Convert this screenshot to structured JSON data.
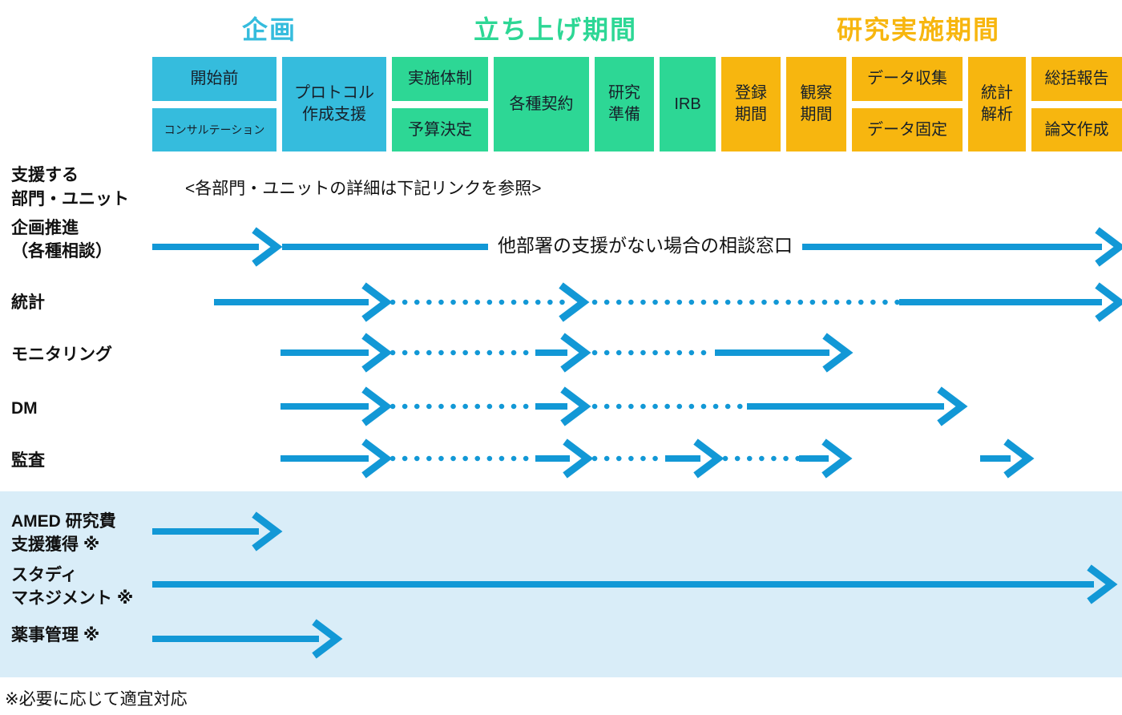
{
  "colors": {
    "cyan": "#35bcdd",
    "green": "#2dd795",
    "orange": "#f7b60f",
    "arrow": "#1298d6",
    "band": "#d9edf8",
    "text": "#111111"
  },
  "headers": [
    {
      "label": "企画"
    },
    {
      "label": "立ち上げ期間"
    },
    {
      "label": "研究実施期間"
    }
  ],
  "phases": [
    {
      "label": "開始前"
    },
    {
      "label": "コンサルテーション"
    },
    {
      "label": "プロトコル\n作成支援"
    },
    {
      "label": "実施体制"
    },
    {
      "label": "予算決定"
    },
    {
      "label": "各種契約"
    },
    {
      "label": "研究\n準備"
    },
    {
      "label": "IRB"
    },
    {
      "label": "登録\n期間"
    },
    {
      "label": "観察\n期間"
    },
    {
      "label": "データ収集"
    },
    {
      "label": "データ固定"
    },
    {
      "label": "統計\n解析"
    },
    {
      "label": "総括報告"
    },
    {
      "label": "論文作成"
    }
  ],
  "section_label": "支援する\n部門・ユニット",
  "note": "<各部門・ユニットの詳細は下記リンクを参照>",
  "arrow_annotation": "他部署の支援がない場合の相談窓口",
  "timeline_rows": [
    {
      "id": "planning-promotion",
      "label": "企画推進\n（各種相談）",
      "segments": [
        {
          "from": 190,
          "to": 345,
          "style": "solid",
          "head": true
        },
        {
          "from": 352,
          "to": 1397,
          "style": "solid",
          "head": true
        }
      ]
    },
    {
      "id": "statistics",
      "label": "統計",
      "segments": [
        {
          "from": 267,
          "to": 482,
          "style": "solid",
          "head": true
        },
        {
          "from": 490,
          "to": 728,
          "style": "dotted",
          "head": true
        },
        {
          "from": 742,
          "to": 1122,
          "style": "dotted",
          "head": false
        },
        {
          "from": 1122,
          "to": 1397,
          "style": "solid",
          "head": true
        }
      ]
    },
    {
      "id": "monitoring",
      "label": "モニタリング",
      "segments": [
        {
          "from": 350,
          "to": 482,
          "style": "solid",
          "head": true
        },
        {
          "from": 490,
          "to": 668,
          "style": "dotted",
          "head": false
        },
        {
          "from": 668,
          "to": 730,
          "style": "solid",
          "head": true
        },
        {
          "from": 742,
          "to": 892,
          "style": "dotted",
          "head": false
        },
        {
          "from": 892,
          "to": 1057,
          "style": "solid",
          "head": true
        }
      ]
    },
    {
      "id": "dm",
      "label": "DM",
      "segments": [
        {
          "from": 350,
          "to": 482,
          "style": "solid",
          "head": true
        },
        {
          "from": 490,
          "to": 668,
          "style": "dotted",
          "head": false
        },
        {
          "from": 668,
          "to": 730,
          "style": "solid",
          "head": true
        },
        {
          "from": 742,
          "to": 932,
          "style": "dotted",
          "head": false
        },
        {
          "from": 932,
          "to": 1200,
          "style": "solid",
          "head": true
        }
      ]
    },
    {
      "id": "audit",
      "label": "監査",
      "segments": [
        {
          "from": 350,
          "to": 482,
          "style": "solid",
          "head": true
        },
        {
          "from": 490,
          "to": 668,
          "style": "dotted",
          "head": false
        },
        {
          "from": 668,
          "to": 733,
          "style": "solid",
          "head": true
        },
        {
          "from": 742,
          "to": 830,
          "style": "dotted",
          "head": false
        },
        {
          "from": 830,
          "to": 896,
          "style": "solid",
          "head": true
        },
        {
          "from": 905,
          "to": 997,
          "style": "dotted",
          "head": false
        },
        {
          "from": 997,
          "to": 1056,
          "style": "solid",
          "head": true
        },
        {
          "from": 1223,
          "to": 1283,
          "style": "solid",
          "head": true
        }
      ]
    },
    {
      "id": "amed",
      "label": "AMED 研究費\n支援獲得 ※",
      "segments": [
        {
          "from": 190,
          "to": 345,
          "style": "solid",
          "head": true
        }
      ]
    },
    {
      "id": "study-management",
      "label": "スタディ\nマネジメント ※",
      "segments": [
        {
          "from": 190,
          "to": 1387,
          "style": "solid",
          "head": true
        }
      ]
    },
    {
      "id": "regulatory",
      "label": "薬事管理 ※",
      "segments": [
        {
          "from": 190,
          "to": 420,
          "style": "solid",
          "head": true
        }
      ]
    }
  ],
  "footnote": "※必要に応じて適宜対応"
}
